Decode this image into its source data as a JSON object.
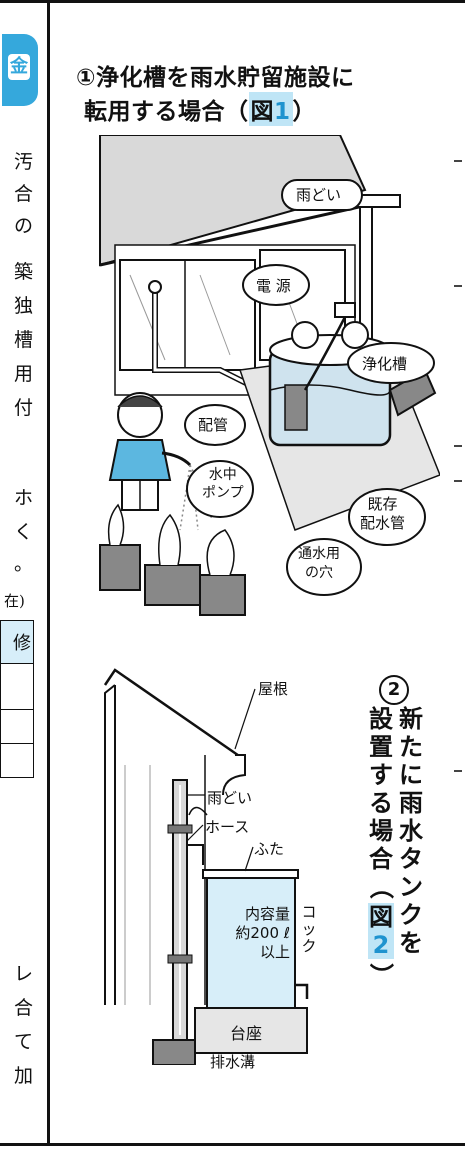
{
  "left_fragment": {
    "badge_glyph": "金",
    "chars": [
      "汚",
      "合",
      "の",
      "築",
      "独",
      "槽",
      "用",
      "付",
      "ホ",
      "く",
      "。",
      "在)",
      "レ",
      "合",
      "て",
      "加"
    ],
    "table_header": "修"
  },
  "section1": {
    "title_line1": "①浄化槽を雨水貯留施設に",
    "title_line2_prefix": "転用する場合（",
    "fig_label": "図",
    "fig_num": "1",
    "title_line2_suffix": "）"
  },
  "figure1": {
    "labels": {
      "amadoi": "雨どい",
      "dengen": "電 源",
      "jokaso": "浄化槽",
      "haikan": "配管",
      "suichu_pump": [
        "水中",
        "ポンプ"
      ],
      "kison_haisuikan": [
        "既存",
        "配水管"
      ],
      "tsusuiyo_ana": [
        "通水用",
        "の穴"
      ]
    }
  },
  "section2": {
    "circled_num": "2",
    "col1": [
      "新",
      "た",
      "に",
      "雨",
      "水",
      "タ",
      "ン",
      "ク",
      "を"
    ],
    "col2_prefix": [
      "設",
      "置",
      "す",
      "る",
      "場",
      "合"
    ],
    "fig_label": "図",
    "fig_num": "2",
    "col2_open": "（",
    "col2_close": "）"
  },
  "figure2": {
    "labels": {
      "yane": "屋根",
      "amadoi": "雨どい",
      "hose": "ホース",
      "futa": "ふた",
      "naiyoryo": [
        "内容量",
        "約200 ℓ",
        "以上"
      ],
      "cock": [
        "コ",
        "ッ",
        "ク"
      ],
      "daiza": "台座",
      "haisuikou": "排水溝"
    }
  }
}
